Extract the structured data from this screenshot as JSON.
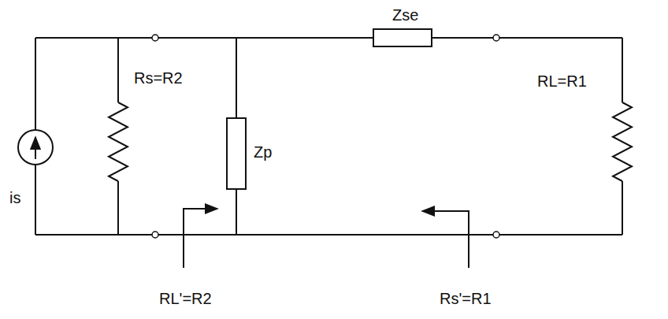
{
  "diagram": {
    "labels": [
      "is",
      "Rs=R2",
      "Zp",
      "Zse",
      "RL=R1",
      "RL'=R2",
      "Rs'=R1"
    ]
  }
}
